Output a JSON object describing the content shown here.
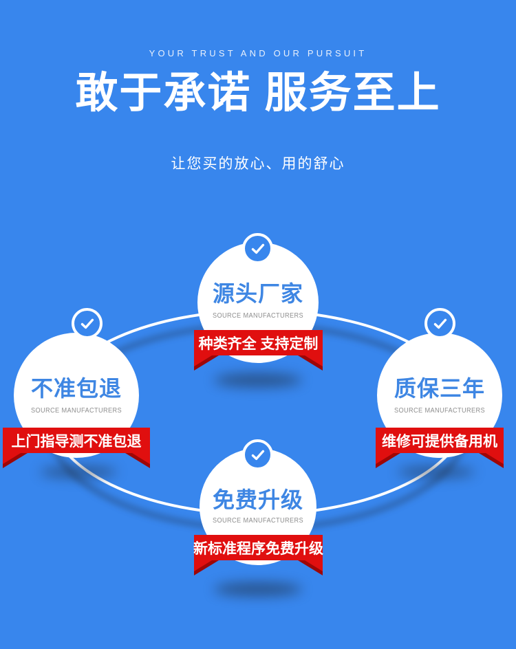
{
  "theme": {
    "background": "#3886ed",
    "circle_fill": "#ffffff",
    "title_blue": "#3e86e3",
    "ribbon_red": "#e00f0f",
    "ribbon_fold": "#9e0606",
    "subtext_gray": "#8e8e8e"
  },
  "header": {
    "eyebrow": "YOUR TRUST AND OUR PURSUIT",
    "headline": "敢于承诺 服务至上",
    "subhead": "让您买的放心、用的舒心"
  },
  "nodes": [
    {
      "id": "source-manufacturers",
      "position": "top",
      "cn_title": "源头厂家",
      "en_sub": "SOURCE MANUFACTURERS",
      "ribbon": "种类齐全 支持定制",
      "icon": "check-circle-icon"
    },
    {
      "id": "no-return-guarantee",
      "position": "left",
      "cn_title": "不准包退",
      "en_sub": "SOURCE MANUFACTURERS",
      "ribbon": "上门指导测不准包退",
      "icon": "check-circle-icon"
    },
    {
      "id": "three-year-warranty",
      "position": "right",
      "cn_title": "质保三年",
      "en_sub": "SOURCE MANUFACTURERS",
      "ribbon": "维修可提供备用机",
      "icon": "check-circle-icon"
    },
    {
      "id": "free-upgrade",
      "position": "bottom",
      "cn_title": "免费升级",
      "en_sub": "SOURCE MANUFACTURERS",
      "ribbon": "新标准程序免费升级",
      "icon": "check-circle-icon"
    }
  ]
}
